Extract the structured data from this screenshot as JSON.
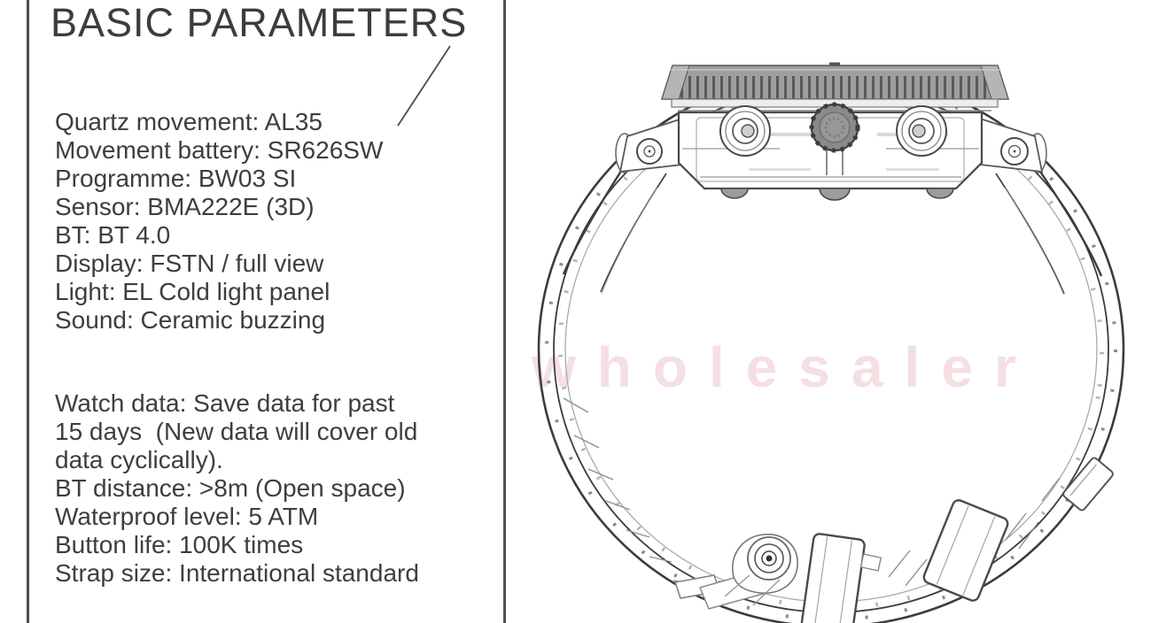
{
  "panel": {
    "title": "BASIC PARAMETERS",
    "specs_primary": [
      "Quartz movement: AL35",
      "Movement battery: SR626SW",
      "Programme: BW03 SI",
      "Sensor: BMA222E (3D)",
      "BT: BT 4.0",
      "Display: FSTN / full view",
      "Light: EL Cold light panel",
      "Sound: Ceramic buzzing"
    ],
    "specs_secondary": [
      "Watch data: Save data for past",
      "15 days  (New data will cover old",
      "data cyclically).",
      "BT distance: >8m (Open space)",
      "Waterproof level: 5 ATM",
      "Button life: 100K times",
      "Strap size: International standard"
    ]
  },
  "watermark": {
    "text": "wholesaler",
    "color": "rgba(228,178,188,0.42)"
  },
  "illustration": {
    "name": "watch-side-view-line-drawing",
    "ink": "#3d3d3d",
    "bezel_gray": "#9d9d9d",
    "crown_gray": "#8a8a8a"
  }
}
